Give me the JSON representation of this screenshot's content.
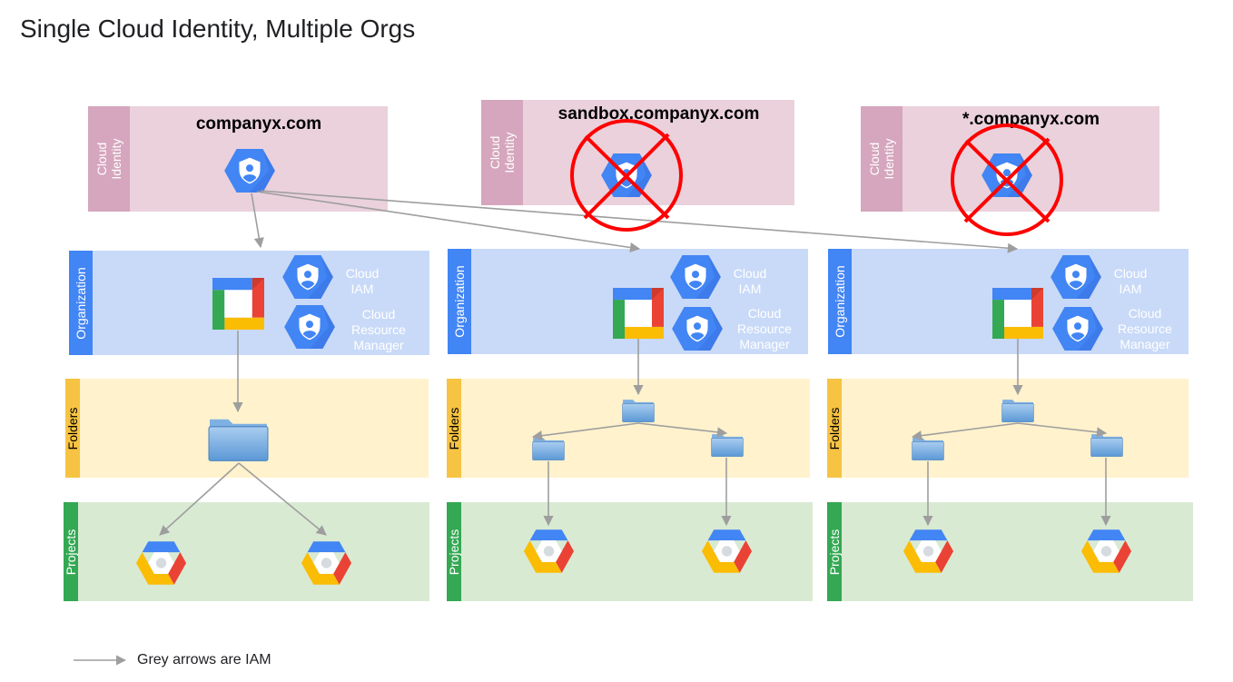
{
  "title": "Single Cloud Identity, Multiple Orgs",
  "labels": {
    "cloud_identity": "Cloud Identity",
    "organization": "Organization",
    "folders": "Folders",
    "projects": "Projects"
  },
  "columns": [
    {
      "domain": "companyx.com",
      "identity_crossed": false,
      "folder_tree": "single"
    },
    {
      "domain": "sandbox.companyx.com",
      "identity_crossed": true,
      "folder_tree": "nested"
    },
    {
      "domain": "*.companyx.com",
      "identity_crossed": true,
      "folder_tree": "nested"
    }
  ],
  "services": {
    "iam": "Cloud IAM",
    "resource_manager": "Cloud Resource Manager"
  },
  "legend": {
    "text": "Grey arrows are IAM"
  },
  "colors": {
    "identity_band": "#ead1dc",
    "identity_tag": "#d5a6bd",
    "org_band": "#c9daf8",
    "org_tag": "#4285f4",
    "folder_band": "#fff2cc",
    "folder_tag": "#f6c343",
    "project_band": "#d9ead3",
    "project_tag": "#34a853",
    "arrow": "#9e9e9e",
    "cross": "#ff0000"
  },
  "icons": [
    "cloud-identity-icon",
    "organization-icon",
    "folder-icon",
    "gcp-project-icon",
    "red-cross-icon"
  ]
}
